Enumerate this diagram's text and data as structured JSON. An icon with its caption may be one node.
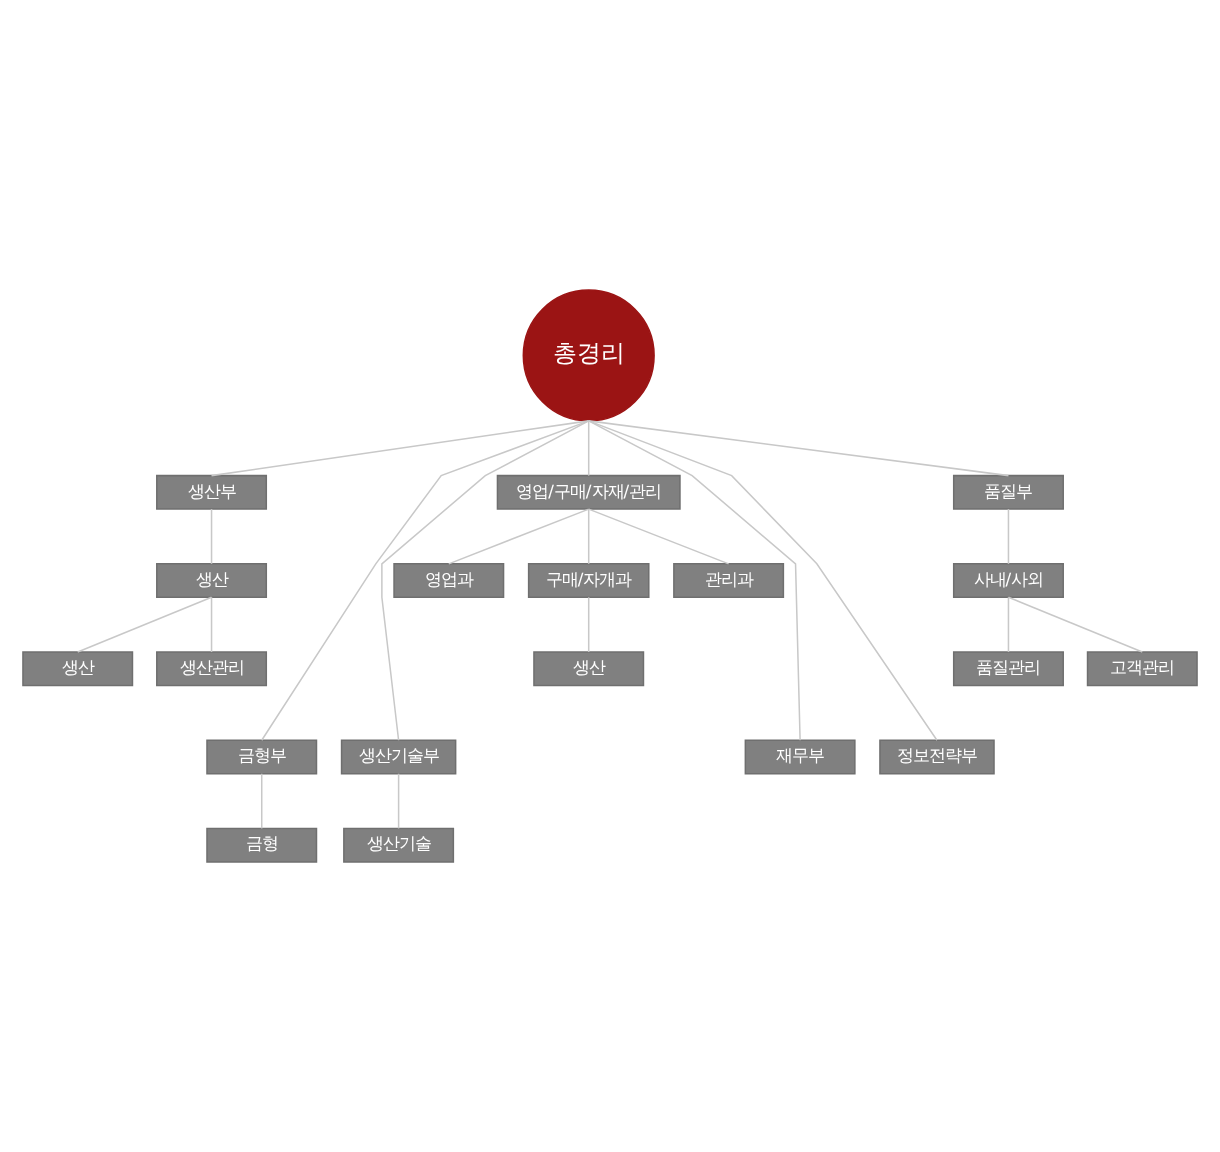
{
  "diagram": {
    "nodes": [
      {
        "text": [
          "총경리"
        ]
      },
      {
        "text": [
          "생산부"
        ]
      },
      {
        "text": [
          "영업/구매/자재/관리"
        ]
      },
      {
        "text": [
          "품질부"
        ]
      },
      {
        "text": [
          "생산"
        ]
      },
      {
        "text": [
          "영업과"
        ]
      },
      {
        "text": [
          "구매/자개과"
        ]
      },
      {
        "text": [
          "관리과"
        ]
      },
      {
        "text": [
          "사내/사외"
        ]
      },
      {
        "text": [
          "생산"
        ]
      },
      {
        "text": [
          "생산관리"
        ]
      },
      {
        "text": [
          "생산"
        ]
      },
      {
        "text": [
          "품질관리"
        ]
      },
      {
        "text": [
          "고객관리"
        ]
      },
      {
        "text": [
          "금형부"
        ]
      },
      {
        "text": [
          "생산기술부"
        ]
      },
      {
        "text": [
          "재무부"
        ]
      },
      {
        "text": [
          "정보전략부"
        ]
      },
      {
        "text": [
          "금형"
        ]
      },
      {
        "text": [
          "생산기술"
        ]
      }
    ],
    "edges": [
      {
        "from": 0,
        "to": 1,
        "arrow": "none"
      },
      {
        "from": 0,
        "to": 14,
        "arrow": "none"
      },
      {
        "from": 0,
        "to": 15,
        "arrow": "none"
      },
      {
        "from": 0,
        "to": 2,
        "arrow": "none"
      },
      {
        "from": 0,
        "to": 16,
        "arrow": "none"
      },
      {
        "from": 0,
        "to": 17,
        "arrow": "none"
      },
      {
        "from": 0,
        "to": 3,
        "arrow": "none"
      },
      {
        "from": 1,
        "to": 4,
        "arrow": "none"
      },
      {
        "from": 4,
        "to": 9,
        "arrow": "none"
      },
      {
        "from": 4,
        "to": 10,
        "arrow": "none"
      },
      {
        "from": 2,
        "to": 5,
        "arrow": "none"
      },
      {
        "from": 2,
        "to": 6,
        "arrow": "none"
      },
      {
        "from": 2,
        "to": 7,
        "arrow": "none"
      },
      {
        "from": 6,
        "to": 11,
        "arrow": "none"
      },
      {
        "from": 3,
        "to": 8,
        "arrow": "none"
      },
      {
        "from": 8,
        "to": 12,
        "arrow": "none"
      },
      {
        "from": 8,
        "to": 13,
        "arrow": "none"
      },
      {
        "from": 14,
        "to": 18,
        "arrow": "none"
      },
      {
        "from": 15,
        "to": 19,
        "arrow": "none"
      }
    ]
  }
}
